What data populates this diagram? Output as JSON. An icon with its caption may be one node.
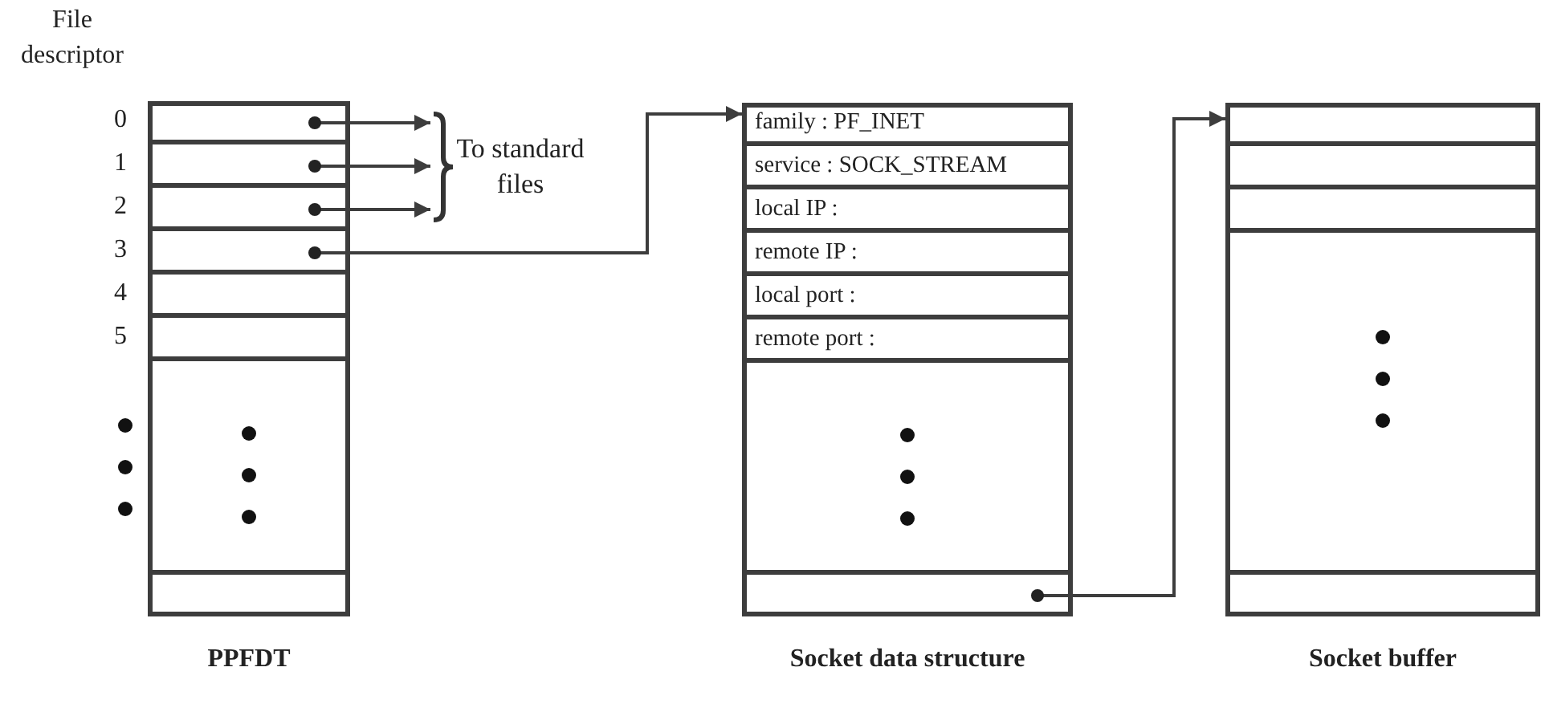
{
  "diagram": {
    "nodes": [
      {
        "text": [
          "PPFDT"
        ]
      },
      {
        "text": [],
        "shape": "box",
        "in": 0,
        "beside": [
          "0"
        ]
      },
      {
        "text": [],
        "shape": "box",
        "in": 0,
        "beside": [
          "1"
        ]
      },
      {
        "text": [],
        "shape": "box",
        "in": 0,
        "beside": [
          "2"
        ]
      },
      {
        "text": [],
        "shape": "box",
        "in": 0,
        "beside": [
          "3"
        ]
      },
      {
        "text": [],
        "shape": "box",
        "in": 0,
        "beside": [
          "4"
        ]
      },
      {
        "text": [],
        "shape": "box",
        "in": 0,
        "beside": [
          "5"
        ]
      },
      {
        "text": [],
        "shape": "box",
        "in": 0
      },
      {
        "text": [],
        "shape": "box",
        "in": 0
      },
      {
        "text": [
          "To standard files"
        ]
      },
      {
        "text": [
          "Socket data structure"
        ]
      },
      {
        "text": [
          "family : PF_INET"
        ],
        "in": 10
      },
      {
        "text": [
          "service : SOCK_STREAM"
        ],
        "in": 10
      },
      {
        "text": [
          "local IP :"
        ],
        "in": 10
      },
      {
        "text": [
          "remote IP :"
        ],
        "in": 10
      },
      {
        "text": [
          "local port :"
        ],
        "in": 10
      },
      {
        "text": [
          "remote port :"
        ],
        "in": 10
      },
      {
        "text": [],
        "shape": "box",
        "in": 10
      },
      {
        "text": [],
        "shape": "box",
        "in": 10
      },
      {
        "text": [
          "Socket buffer"
        ]
      },
      {
        "text": [],
        "shape": "box",
        "in": 19
      },
      {
        "text": [],
        "shape": "box",
        "in": 19
      },
      {
        "text": [],
        "shape": "box",
        "in": 19
      },
      {
        "text": [],
        "shape": "box",
        "in": 19
      },
      {
        "text": [],
        "shape": "box",
        "in": 19
      }
    ],
    "edges": [
      {
        "from": 1,
        "to": 9,
        "arrow": "to"
      },
      {
        "from": 2,
        "to": 9,
        "arrow": "to"
      },
      {
        "from": 3,
        "to": 9,
        "arrow": "to"
      },
      {
        "from": 4,
        "to": 11,
        "arrow": "to"
      },
      {
        "from": 18,
        "to": 20,
        "arrow": "to"
      }
    ],
    "labels": [
      "File descriptor"
    ]
  }
}
